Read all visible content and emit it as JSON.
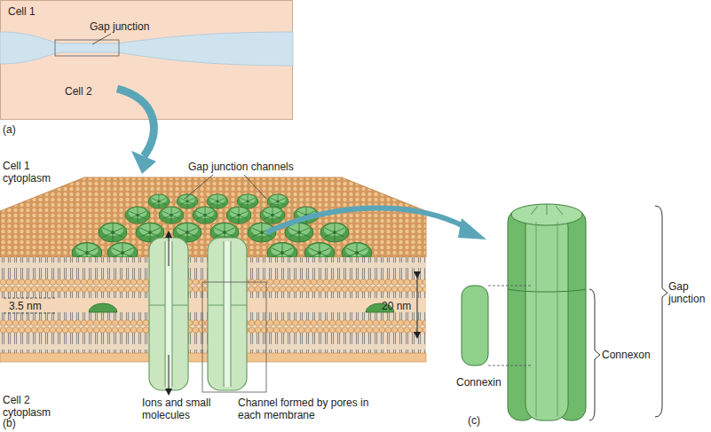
{
  "diagram": {
    "nodes": [
      {
        "text": [
          "Cell 1",
          "Gap junction",
          "Cell 2"
        ]
      }
    ],
    "labels": [
      "(a)",
      "Cell 1 cytoplasm",
      "Gap junction channels",
      "3.5 nm",
      "20 nm",
      "Cell 2 cytoplasm",
      "Ions and small molecules",
      "Channel formed by pores in each membrane",
      "(b)",
      "Connexin",
      "Connexon",
      "Gap junction",
      "(c)"
    ]
  }
}
